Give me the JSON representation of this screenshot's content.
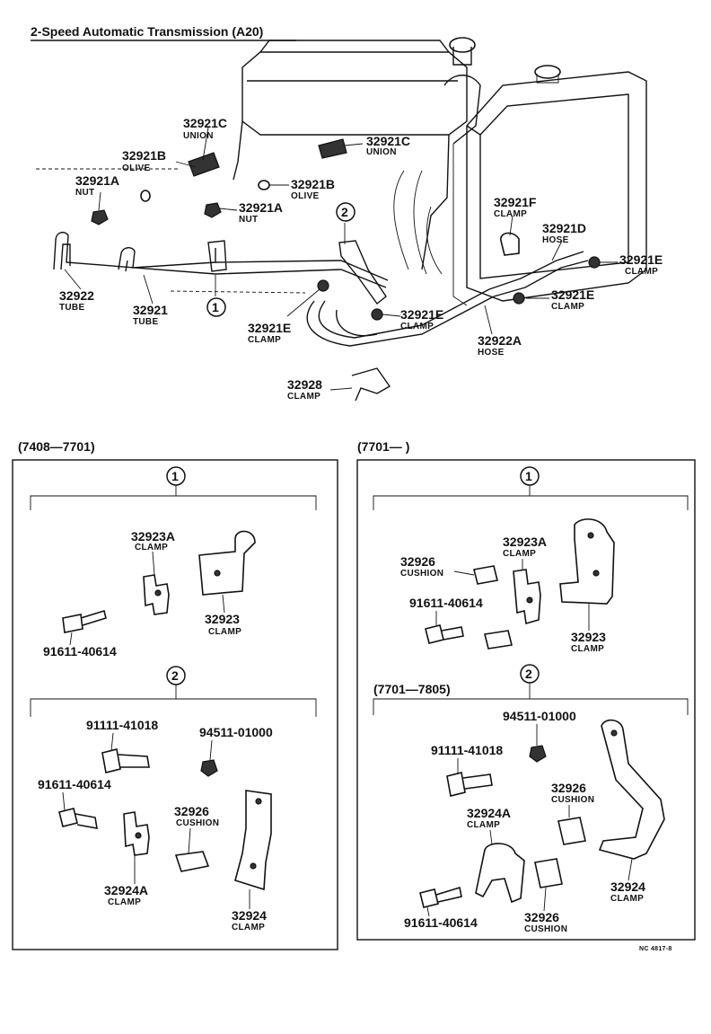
{
  "title": "2-Speed Automatic Transmission (A20)",
  "footer_code": "NC 4817-8",
  "main_diagram": {
    "callouts": [
      {
        "id": "c1",
        "pn": "32921C",
        "name": "UNION"
      },
      {
        "id": "c2",
        "pn": "32921C",
        "name": "UNION"
      },
      {
        "id": "c3",
        "pn": "32921B",
        "name": "OLIVE"
      },
      {
        "id": "c4",
        "pn": "32921B",
        "name": "OLIVE"
      },
      {
        "id": "c5",
        "pn": "32921A",
        "name": "NUT"
      },
      {
        "id": "c6",
        "pn": "32921A",
        "name": "NUT"
      },
      {
        "id": "c7",
        "pn": "32921F",
        "name": "CLAMP"
      },
      {
        "id": "c8",
        "pn": "32921D",
        "name": "HOSE"
      },
      {
        "id": "c9",
        "pn": "32921E",
        "name": "CLAMP"
      },
      {
        "id": "c10",
        "pn": "32921E",
        "name": "CLAMP"
      },
      {
        "id": "c11",
        "pn": "32921E",
        "name": "CLAMP"
      },
      {
        "id": "c12",
        "pn": "32921E",
        "name": "CLAMP"
      },
      {
        "id": "c13",
        "pn": "32922",
        "name": "TUBE"
      },
      {
        "id": "c14",
        "pn": "32921",
        "name": "TUBE"
      },
      {
        "id": "c15",
        "pn": "32922A",
        "name": "HOSE"
      },
      {
        "id": "c16",
        "pn": "32928",
        "name": "CLAMP"
      }
    ],
    "markers": [
      "1",
      "2"
    ]
  },
  "panel_left": {
    "range": "(7408—7701)",
    "group1": {
      "marker": "1",
      "labels": [
        {
          "pn": "32923A",
          "name": "CLAMP"
        },
        {
          "pn": "32923",
          "name": "CLAMP"
        },
        {
          "pn": "91611-40614",
          "name": ""
        }
      ]
    },
    "group2": {
      "marker": "2",
      "labels": [
        {
          "pn": "91111-41018",
          "name": ""
        },
        {
          "pn": "94511-01000",
          "name": ""
        },
        {
          "pn": "91611-40614",
          "name": ""
        },
        {
          "pn": "32926",
          "name": "CUSHION"
        },
        {
          "pn": "32924A",
          "name": "CLAMP"
        },
        {
          "pn": "32924",
          "name": "CLAMP"
        }
      ]
    }
  },
  "panel_right": {
    "range": "(7701—        )",
    "group1": {
      "marker": "1",
      "labels": [
        {
          "pn": "32926",
          "name": "CUSHION"
        },
        {
          "pn": "32923A",
          "name": "CLAMP"
        },
        {
          "pn": "91611-40614",
          "name": ""
        },
        {
          "pn": "32923",
          "name": "CLAMP"
        }
      ]
    },
    "group2": {
      "marker": "2",
      "range": "(7701—7805)",
      "labels": [
        {
          "pn": "94511-01000",
          "name": ""
        },
        {
          "pn": "91111-41018",
          "name": ""
        },
        {
          "pn": "32926",
          "name": "CUSHION"
        },
        {
          "pn": "32924A",
          "name": "CLAMP"
        },
        {
          "pn": "32924",
          "name": "CLAMP"
        },
        {
          "pn": "91611-40614",
          "name": ""
        },
        {
          "pn": "32926",
          "name": "CUSHION"
        }
      ]
    }
  }
}
